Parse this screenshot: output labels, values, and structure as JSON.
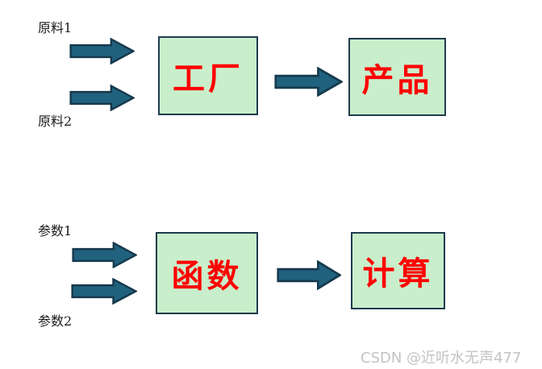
{
  "colors": {
    "background": "#ffffff",
    "arrow_fill": "#20617e",
    "arrow_stroke": "#16394c",
    "box_fill": "#c9eecb",
    "box_border": "#1f3c4e",
    "box_text": "#ff0000",
    "label_text": "#1a1a1a",
    "watermark": "#c3c3c3"
  },
  "diagrams": [
    {
      "name": "factory-analogy",
      "inputs": [
        {
          "label": "原料1"
        },
        {
          "label": "原料2"
        }
      ],
      "process_box": "工厂",
      "output_box": "产品"
    },
    {
      "name": "function-analogy",
      "inputs": [
        {
          "label": "参数1"
        },
        {
          "label": "参数2"
        }
      ],
      "process_box": "函数",
      "output_box": "计算"
    }
  ],
  "watermark": {
    "text": "CSDN @近听水无声477"
  }
}
